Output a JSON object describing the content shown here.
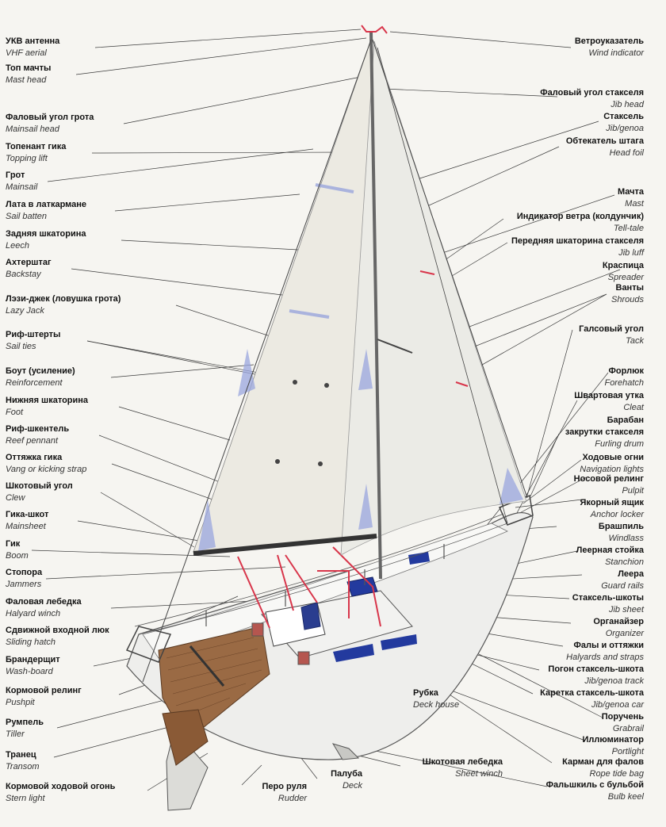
{
  "labels": {
    "vhf_aerial": {
      "ru": "УКВ антенна",
      "en": "VHF aerial"
    },
    "mast_head": {
      "ru": "Топ мачты",
      "en": "Mast head"
    },
    "mainsail_head": {
      "ru": "Фаловый угол грота",
      "en": "Mainsail head"
    },
    "topping_lift": {
      "ru": "Топенант гика",
      "en": "Topping lift"
    },
    "mainsail": {
      "ru": "Грот",
      "en": "Mainsail"
    },
    "sail_batten": {
      "ru": "Лата в латкармане",
      "en": "Sail batten"
    },
    "leech": {
      "ru": "Задняя шкаторина",
      "en": "Leech"
    },
    "backstay": {
      "ru": "Ахтерштаг",
      "en": "Backstay"
    },
    "lazy_jack": {
      "ru": "Лэзи-джек (ловушка грота)",
      "en": "Lazy Jack"
    },
    "sail_ties": {
      "ru": "Риф-штерты",
      "en": "Sail ties"
    },
    "reinforcement": {
      "ru": "Боут (усиление)",
      "en": "Reinforcement"
    },
    "foot": {
      "ru": "Нижняя шкаторина",
      "en": "Foot"
    },
    "reef_pennant": {
      "ru": "Риф-шкентель",
      "en": "Reef pennant"
    },
    "vang": {
      "ru": "Оттяжка гика",
      "en": "Vang or kicking strap"
    },
    "clew": {
      "ru": "Шкотовый угол",
      "en": "Clew"
    },
    "mainsheet": {
      "ru": "Гика-шкот",
      "en": "Mainsheet"
    },
    "boom": {
      "ru": "Гик",
      "en": "Boom"
    },
    "jammers": {
      "ru": "Стопора",
      "en": "Jammers"
    },
    "halyard_winch": {
      "ru": "Фаловая лебедка",
      "en": "Halyard winch"
    },
    "sliding_hatch": {
      "ru": "Сдвижной входной люк",
      "en": "Sliding hatch"
    },
    "wash_board": {
      "ru": "Брандерщит",
      "en": "Wash-board"
    },
    "pushpit": {
      "ru": "Кормовой релинг",
      "en": "Pushpit"
    },
    "tiller": {
      "ru": "Румпель",
      "en": "Tiller"
    },
    "transom": {
      "ru": "Транец",
      "en": "Transom"
    },
    "stern_light": {
      "ru": "Кормовой ходовой огонь",
      "en": "Stern light"
    },
    "rudder": {
      "ru": "Перо руля",
      "en": "Rudder"
    },
    "deck": {
      "ru": "Палуба",
      "en": "Deck"
    },
    "sheet_winch": {
      "ru": "Шкотовая лебедка",
      "en": "Sheet winch"
    },
    "deck_house": {
      "ru": "Рубка",
      "en": "Deck house"
    },
    "wind_indicator": {
      "ru": "Ветроуказатель",
      "en": "Wind indicator"
    },
    "jib_head": {
      "ru": "Фаловый угол стакселя",
      "en": "Jib head"
    },
    "jib_genoa": {
      "ru": "Стаксель",
      "en": "Jib/genoa"
    },
    "head_foil": {
      "ru": "Обтекатель штага",
      "en": "Head foil"
    },
    "mast": {
      "ru": "Мачта",
      "en": "Mast"
    },
    "tell_tale": {
      "ru": "Индикатор ветра (колдунчик)",
      "en": "Tell-tale"
    },
    "jib_luff": {
      "ru": "Передняя шкаторина стакселя",
      "en": "Jib luff"
    },
    "spreader": {
      "ru": "Краспица",
      "en": "Spreader"
    },
    "shrouds": {
      "ru": "Ванты",
      "en": "Shrouds"
    },
    "tack": {
      "ru": "Галсовый угол",
      "en": "Tack"
    },
    "forehatch": {
      "ru": "Форлюк",
      "en": "Forehatch"
    },
    "cleat": {
      "ru": "Швартовая утка",
      "en": "Cleat"
    },
    "furling_drum": {
      "ru1": "Барабан",
      "ru2": "закрутки стакселя",
      "en": "Furling drum"
    },
    "navigation_lights": {
      "ru": "Ходовые огни",
      "en": "Navigation lights"
    },
    "pulpit": {
      "ru": "Носовой релинг",
      "en": "Pulpit"
    },
    "anchor_locker": {
      "ru": "Якорный ящик",
      "en": "Anchor locker"
    },
    "windlass": {
      "ru": "Брашпиль",
      "en": "Windlass"
    },
    "stanchion": {
      "ru": "Леерная стойка",
      "en": "Stanchion"
    },
    "guard_rails": {
      "ru": "Леера",
      "en": "Guard rails"
    },
    "jib_sheet": {
      "ru": "Стаксель-шкоты",
      "en": "Jib sheet"
    },
    "organizer": {
      "ru": "Органайзер",
      "en": "Organizer"
    },
    "halyards_straps": {
      "ru": "Фалы и оттяжки",
      "en": "Halyards and straps"
    },
    "jib_track": {
      "ru": "Погон стаксель-шкота",
      "en": "Jib/genoa track"
    },
    "jib_car": {
      "ru": "Каретка стаксель-шкота",
      "en": "Jib/genoa car"
    },
    "grabrail": {
      "ru": "Поручень",
      "en": "Grabrail"
    },
    "portlight": {
      "ru": "Иллюминатор",
      "en": "Portlight"
    },
    "rope_tide_bag": {
      "ru": "Карман для фалов",
      "en": "Rope tide bag"
    },
    "bulb_keel": {
      "ru": "Фальшкиль с бульбой",
      "en": "Bulb keel"
    }
  },
  "colors": {
    "background": "#f6f5f1",
    "sail": "#eeeee6",
    "sail_reinforcement": "#9aa6dd",
    "hull": "#f0f0ee",
    "deck_teak": "#8a5a36",
    "lines_red": "#d8354a",
    "hatch_blue": "#233a9e",
    "leader_line": "#333333"
  }
}
